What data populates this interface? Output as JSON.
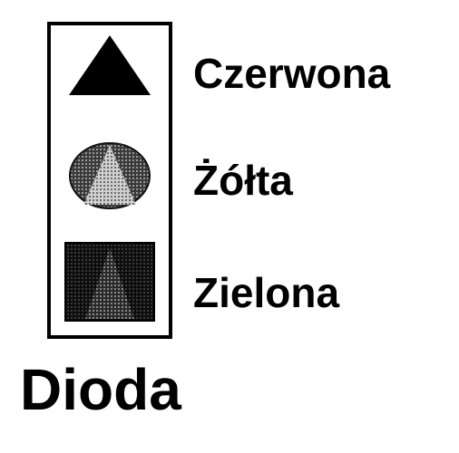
{
  "legend": {
    "items": [
      {
        "label": "Czerwona",
        "icon": "triangle-icon",
        "color": "#000000"
      },
      {
        "label": "Żółta",
        "icon": "circle-cone-icon",
        "color": "#6e6e6e"
      },
      {
        "label": "Zielona",
        "icon": "square-cone-icon",
        "color": "#1a1a1a"
      }
    ]
  },
  "title": "Dioda"
}
